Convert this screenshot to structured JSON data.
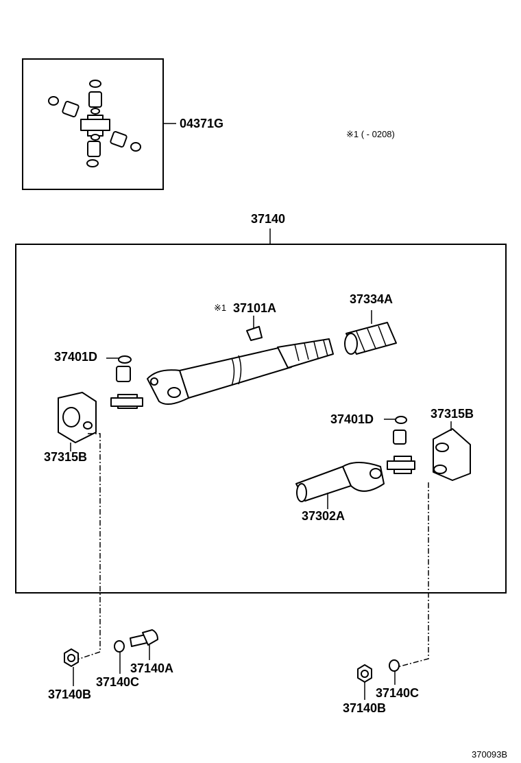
{
  "labels": {
    "kit": "04371G",
    "note": "※1 (      - 0208)",
    "assembly": "37140",
    "center_bearing_mark": "※1",
    "center_bearing": "37101A",
    "boot": "37334A",
    "snap_ring_left": "37401D",
    "snap_ring_right": "37401D",
    "flange_left": "37315B",
    "flange_right": "37315B",
    "sleeve_yoke": "37302A",
    "bolt": "37140A",
    "washer_left": "37140C",
    "washer_right": "37140C",
    "nut_left": "37140B",
    "nut_right": "37140B",
    "drawing_code": "370093B"
  }
}
